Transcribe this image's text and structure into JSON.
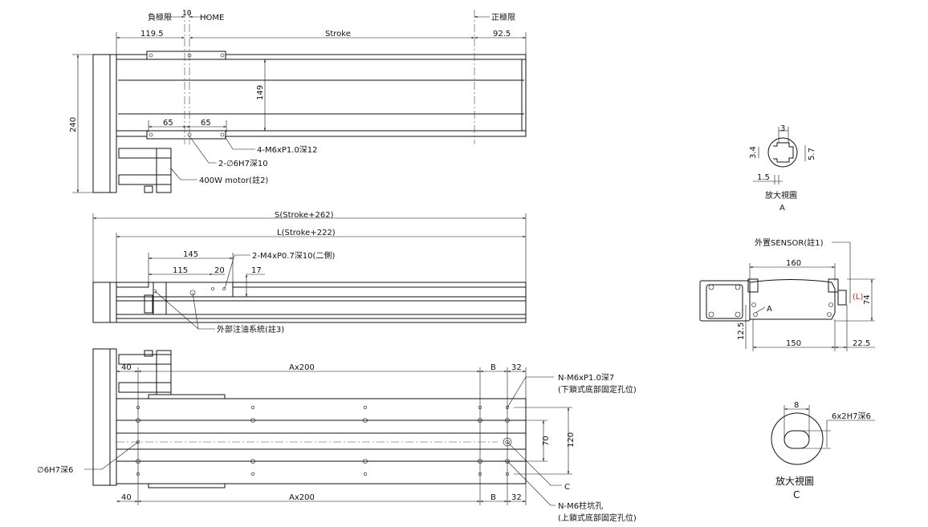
{
  "top_view": {
    "neg_limit": "負極限",
    "home_offset": "10",
    "home": "HOME",
    "pos_limit": "正極限",
    "dim_left": "119.5",
    "dim_stroke": "Stroke",
    "dim_right": "92.5",
    "dim_height": "149",
    "dim_total_height": "240",
    "dim_65a": "65",
    "dim_65b": "65",
    "note_tap": "4-M6xP1.0深12",
    "note_pin": "2-∅6H7深10",
    "note_motor": "400W motor(註2)"
  },
  "side_view": {
    "dim_s": "S(Stroke+262)",
    "dim_l": "L(Stroke+222)",
    "dim_145": "145",
    "dim_115": "115",
    "dim_20": "20",
    "dim_17": "17",
    "note_tap": "2-M4xP0.7深10(二側)",
    "note_oil": "外部注油系統(註3)"
  },
  "bottom_view": {
    "dim_40": "40",
    "dim_pitch": "Ax200",
    "dim_b": "B",
    "dim_32": "32",
    "dim_70": "70",
    "dim_120": "120",
    "note_lower_tap": "N-M6xP1.0深7",
    "note_lower_desc": "(下鎖式底部固定孔位)",
    "note_pin": "∅6H7深6",
    "note_c": "C",
    "note_upper_hole": "N-M6柱坑孔",
    "note_upper_desc": "(上鎖式底部固定孔位)"
  },
  "detail_a": {
    "dim_3": "3",
    "dim_34": "3.4",
    "dim_57": "5.7",
    "dim_15": "1.5",
    "title": "放大視圖",
    "label": "A"
  },
  "end_view": {
    "note_sensor": "外置SENSOR(註1)",
    "dim_160": "160",
    "dim_74": "74",
    "side_mark": "(L)",
    "label_a": "A",
    "dim_125": "12.5",
    "dim_150": "150",
    "dim_225": "22.5",
    "accent": "#e02020"
  },
  "detail_c": {
    "dim_8": "8",
    "note": "6x2H7深6",
    "title": "放大視圖",
    "label": "C"
  }
}
